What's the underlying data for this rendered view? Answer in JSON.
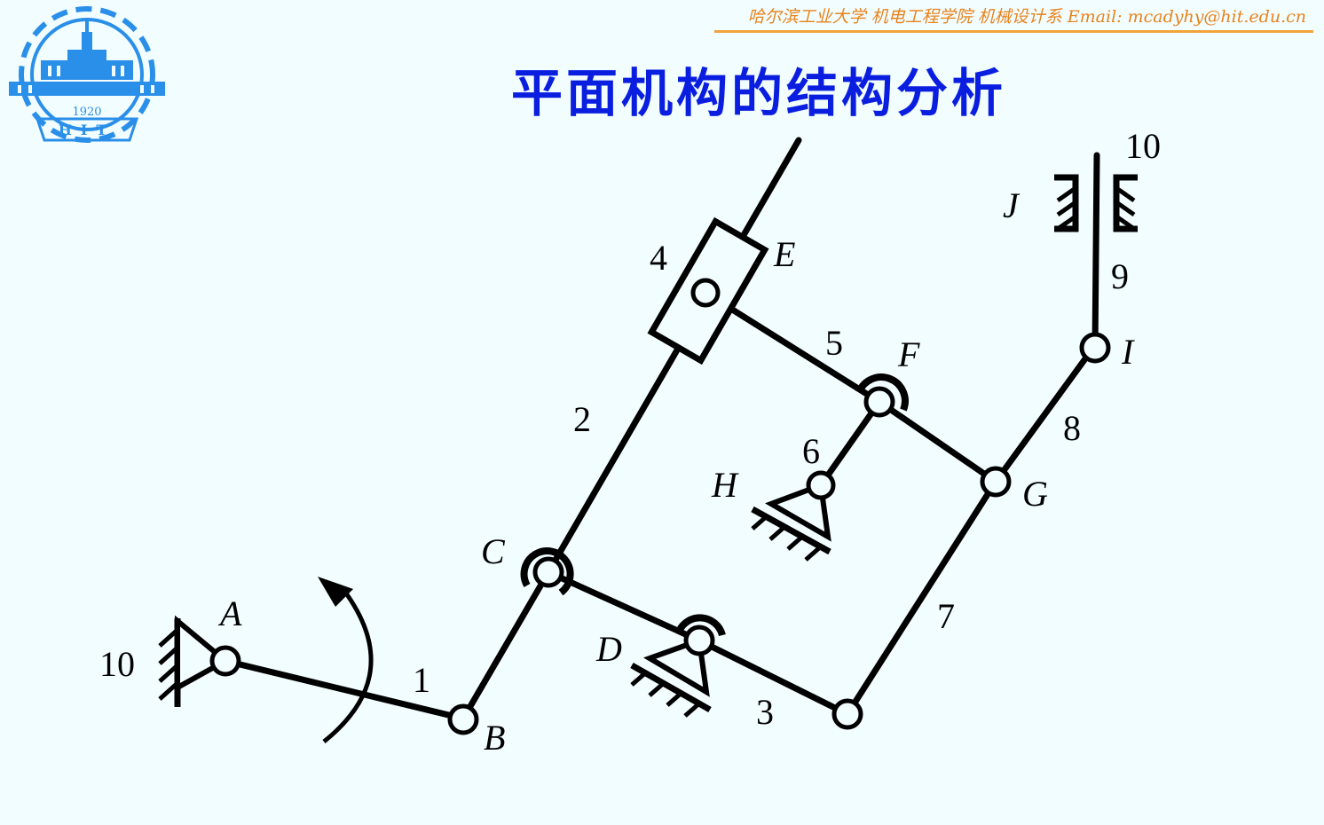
{
  "header": {
    "text": "哈尔滨工业大学 机电工程学院 机械设计系 Email: mcadyhy@hit.edu.cn",
    "color": "#e8831c"
  },
  "logo": {
    "year": "1920",
    "letters": "HIT",
    "color": "#2a8fe8"
  },
  "title": {
    "text": "平面机构的结构分析",
    "color": "#0a1ee0"
  },
  "diagram": {
    "joint_labels": {
      "A": "A",
      "B": "B",
      "C": "C",
      "D": "D",
      "E": "E",
      "F": "F",
      "G": "G",
      "H": "H",
      "I": "I",
      "J": "J"
    },
    "link_labels": {
      "frame_left": "10",
      "frame_right": "10",
      "l1": "1",
      "l2": "2",
      "l3": "3",
      "l4": "4",
      "l5": "5",
      "l6": "6",
      "l7": "7",
      "l8": "8",
      "l9": "9"
    }
  }
}
